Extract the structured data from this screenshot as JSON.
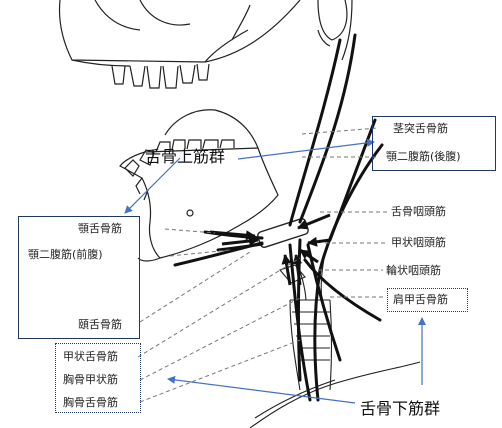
{
  "groups": {
    "suprahyoid": "舌骨上筋群",
    "infrahyoid": "舌骨下筋群"
  },
  "labels": {
    "stylohyoid": "茎突舌骨筋",
    "digastric_posterior": "顎二腹筋(後腹)",
    "hyoglossus_pharyngeal": "舌骨咽頭筋",
    "thyropharyngeal": "甲状咽頭筋",
    "cricopharyngeal": "輪状咽頭筋",
    "omohyoid": "肩甲舌骨筋",
    "mylohyoid": "顎舌骨筋",
    "digastric_anterior": "顎二腹筋(前腹)",
    "geniohyoid": "頤舌骨筋",
    "thyrohyoid": "甲状舌骨筋",
    "sternothyroid": "胸骨甲状筋",
    "sternohyoid": "胸骨舌骨筋"
  },
  "colors": {
    "box_border": "#1f3864",
    "arrow_blue": "#4472c4",
    "leader_gray": "#777777",
    "muscle": "#111111"
  }
}
